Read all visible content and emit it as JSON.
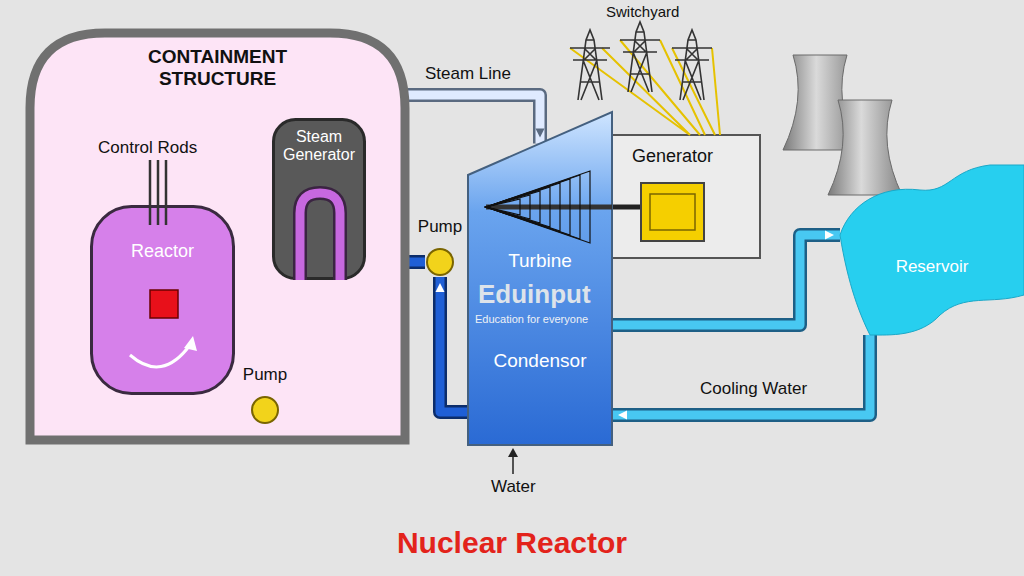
{
  "diagram": {
    "caption": "Nuclear Reactor",
    "nodes": [
      {
        "text": [
          "CONTAINMENT STRUCTURE"
        ]
      },
      {
        "text": [
          "Reactor"
        ],
        "in": 0
      },
      {
        "text": [
          "Steam Generator"
        ],
        "in": 0
      },
      {
        "text": [
          "Pump"
        ],
        "in": 0
      },
      {
        "text": [
          "Pump"
        ]
      },
      {
        "text": [
          "Turbine",
          "Condensor"
        ]
      },
      {
        "text": [
          "Generator"
        ]
      },
      {
        "text": [
          "Reservoir"
        ]
      }
    ],
    "edges": [
      {
        "from": 1,
        "to": 2,
        "arrow": "to"
      },
      {
        "from": 2,
        "to": 3,
        "arrow": "to"
      },
      {
        "from": 3,
        "to": 1,
        "arrow": "to"
      },
      {
        "from": 5,
        "to": 4,
        "arrow": "to"
      },
      {
        "from": 4,
        "to": 2,
        "arrow": "to"
      },
      {
        "from": 2,
        "to": 5,
        "label": "Steam Line",
        "arrow": "to"
      },
      {
        "from": 5,
        "to": 6,
        "arrow": "none"
      },
      {
        "from": 5,
        "to": 7,
        "arrow": "to"
      },
      {
        "from": 7,
        "to": 5,
        "label": "Cooling Water",
        "arrow": "to"
      }
    ],
    "labels": [
      "Control Rods",
      "Switchyard",
      "Water",
      "Eduinput",
      "Education for everyone"
    ]
  }
}
